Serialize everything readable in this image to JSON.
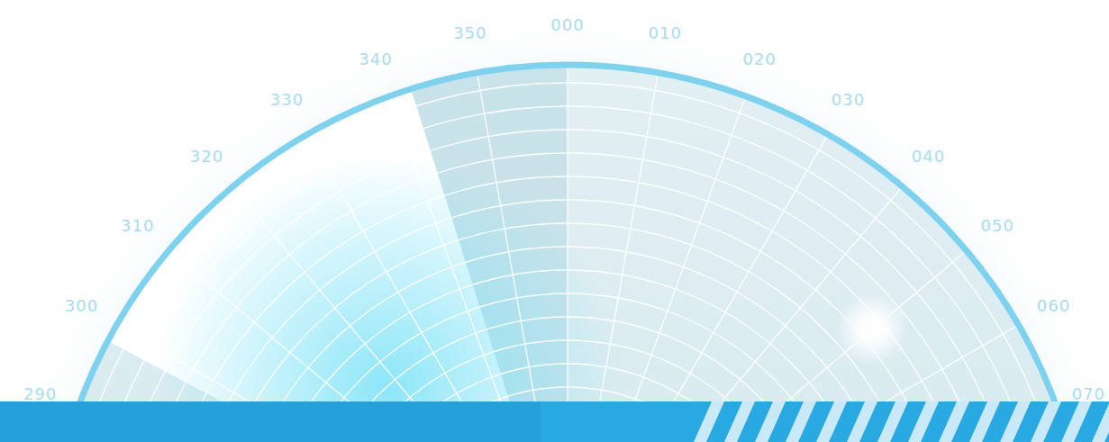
{
  "diagram": {
    "labels": [
      "290",
      "300",
      "310",
      "320",
      "330",
      "340",
      "350",
      "000",
      "010",
      "020",
      "030",
      "040",
      "050",
      "060",
      "070"
    ]
  }
}
